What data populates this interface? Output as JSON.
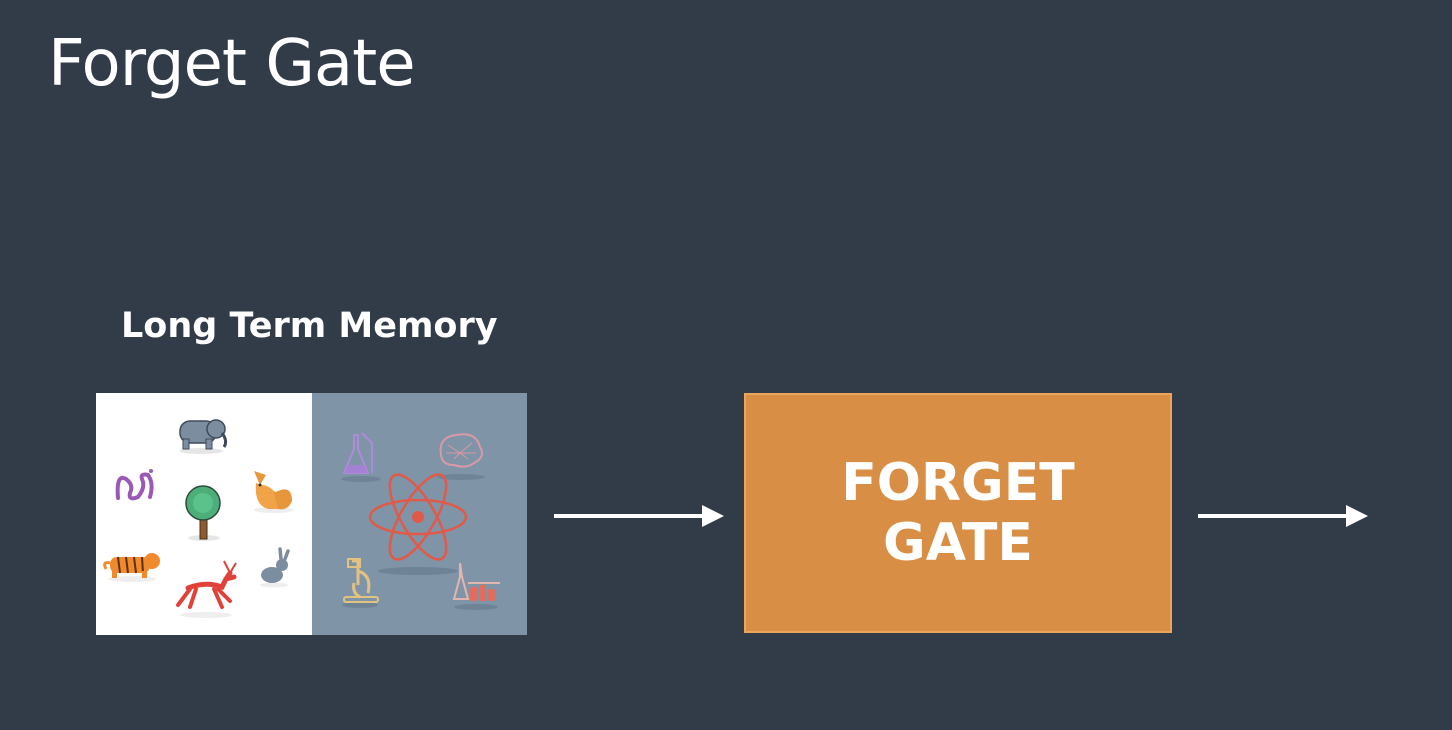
{
  "slide": {
    "title": "Forget Gate"
  },
  "long_term_memory": {
    "label": "Long Term Memory",
    "nature_icons": [
      "elephant-icon",
      "worm-icon",
      "tree-icon",
      "fox-icon",
      "tiger-icon",
      "deer-icon",
      "rabbit-icon"
    ],
    "science_icons": [
      "flask-icon",
      "brain-icon",
      "atom-icon",
      "microscope-icon",
      "lab-equipment-icon"
    ],
    "colors": {
      "nature_panel": "#ffffff",
      "science_panel": "#7f94a6"
    }
  },
  "forget_gate": {
    "line1": "FORGET",
    "line2": "GATE",
    "color": "#d88f45",
    "border_color": "#eda55a"
  },
  "colors": {
    "background": "#323c48",
    "text": "#ffffff",
    "arrow": "#ffffff"
  }
}
